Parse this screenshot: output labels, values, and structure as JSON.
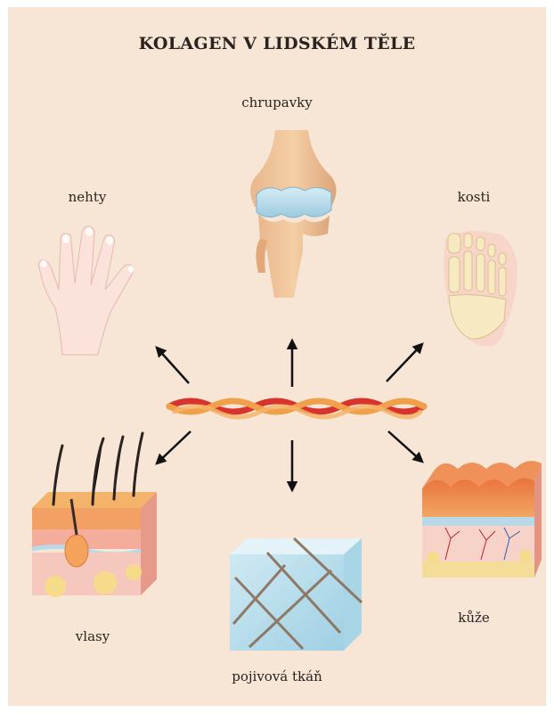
{
  "title": "KOLAGEN V LIDSKÉM TĚLE",
  "labels": {
    "cartilage": "chrupavky",
    "nails": "nehty",
    "bones": "kosti",
    "hair": "vlasy",
    "skin": "kůže",
    "connective": "pojivová tkáň"
  },
  "icons": [
    "knee-joint-icon",
    "hand-icon",
    "foot-bones-icon",
    "hair-follicle-skin-icon",
    "skin-layers-icon",
    "connective-tissue-cube-icon",
    "collagen-fiber-icon"
  ],
  "colors": {
    "background": "#f7e6d6",
    "fiber_red": "#d9342b",
    "fiber_orange": "#f0a04a",
    "arrow": "#111111"
  }
}
